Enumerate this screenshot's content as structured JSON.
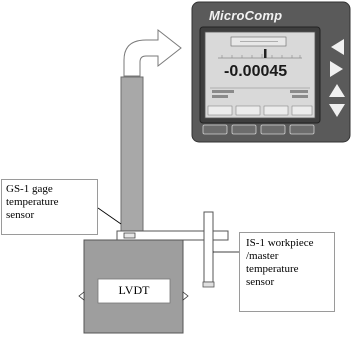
{
  "device": {
    "brand": "MicroComp",
    "reading": "-0.00045"
  },
  "lvdt": {
    "label": "LVDT"
  },
  "gage_sensor": {
    "line1": "GS-1 gage",
    "line2": "temperature",
    "line3": "sensor"
  },
  "workpiece_sensor": {
    "line1": "IS-1 workpiece",
    "line2": "/master",
    "line3": "temperature",
    "line4": "sensor"
  },
  "icons": [
    "curved-arrow-icon",
    "left-arrow-icon",
    "right-arrow-icon",
    "up-arrow-icon",
    "down-arrow-icon"
  ],
  "colors": {
    "device_body": "#5a5a5a",
    "device_screen": "#d9d9d9",
    "lvdt_body": "#9e9e9e",
    "column": "#a8a8a8",
    "arrow_outline": "#7a7a7a"
  }
}
